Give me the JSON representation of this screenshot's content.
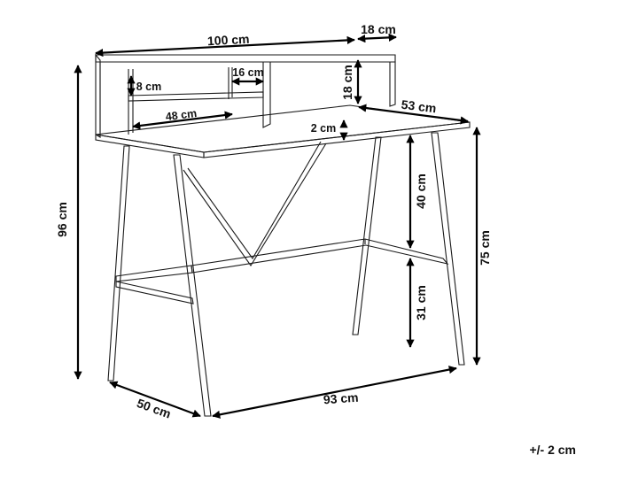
{
  "dimensions": {
    "width_top": "100 cm",
    "shelf_depth": "18 cm",
    "shelf_height": "18 cm",
    "desk_depth_top": "53 cm",
    "compartment_height": "8 cm",
    "compartment_width": "16 cm",
    "lower_shelf_width": "48 cm",
    "top_thickness": "2 cm",
    "leg_upper": "40 cm",
    "leg_lower": "31 cm",
    "total_height": "96 cm",
    "desk_height": "75 cm",
    "base_depth": "50 cm",
    "base_width": "93 cm"
  },
  "tolerance": "+/- 2 cm",
  "colors": {
    "line": "#1a1a1a",
    "arrow": "#000000",
    "text": "#111111",
    "background": "#ffffff"
  }
}
